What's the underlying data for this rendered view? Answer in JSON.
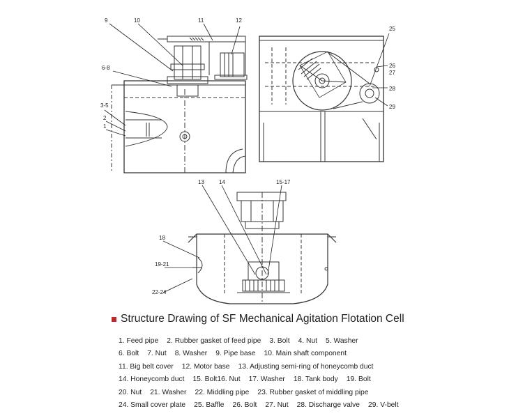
{
  "caption": "Structure Drawing of SF Mechanical Agitation Flotation Cell",
  "callouts": {
    "c9": "9",
    "c10": "10",
    "c11": "11",
    "c12": "12",
    "c6_8": "6-8",
    "c3_5": "3-5",
    "c2": "2",
    "c1": "1",
    "c25": "25",
    "c26": "26",
    "c27": "27",
    "c28": "28",
    "c29": "29",
    "c13": "13",
    "c14": "14",
    "c15_17": "15-17",
    "c18": "18",
    "c19_21": "19-21",
    "c22_24": "22-24"
  },
  "legend_rows": [
    [
      "1. Feed pipe",
      "2. Rubber gasket of feed pipe",
      "3. Bolt",
      "4. Nut",
      "5. Washer"
    ],
    [
      "6. Bolt",
      "7. Nut",
      "8. Washer",
      "9. Pipe base",
      "10. Main shaft component"
    ],
    [
      "11. Big belt cover",
      "12. Motor base",
      "13. Adjusting semi-ring of honeycomb duct"
    ],
    [
      "14. Honeycomb duct",
      "15. Bolt16. Nut",
      "17. Washer",
      "18. Tank body",
      "19. Bolt"
    ],
    [
      "20. Nut",
      "21. Washer",
      "22. Middling pipe",
      "23. Rubber gasket of middling pipe"
    ],
    [
      "24. Small cover plate",
      "25. Baffle",
      "26. Bolt",
      "27. Nut",
      "28. Discharge valve",
      "29. V-belt"
    ]
  ]
}
